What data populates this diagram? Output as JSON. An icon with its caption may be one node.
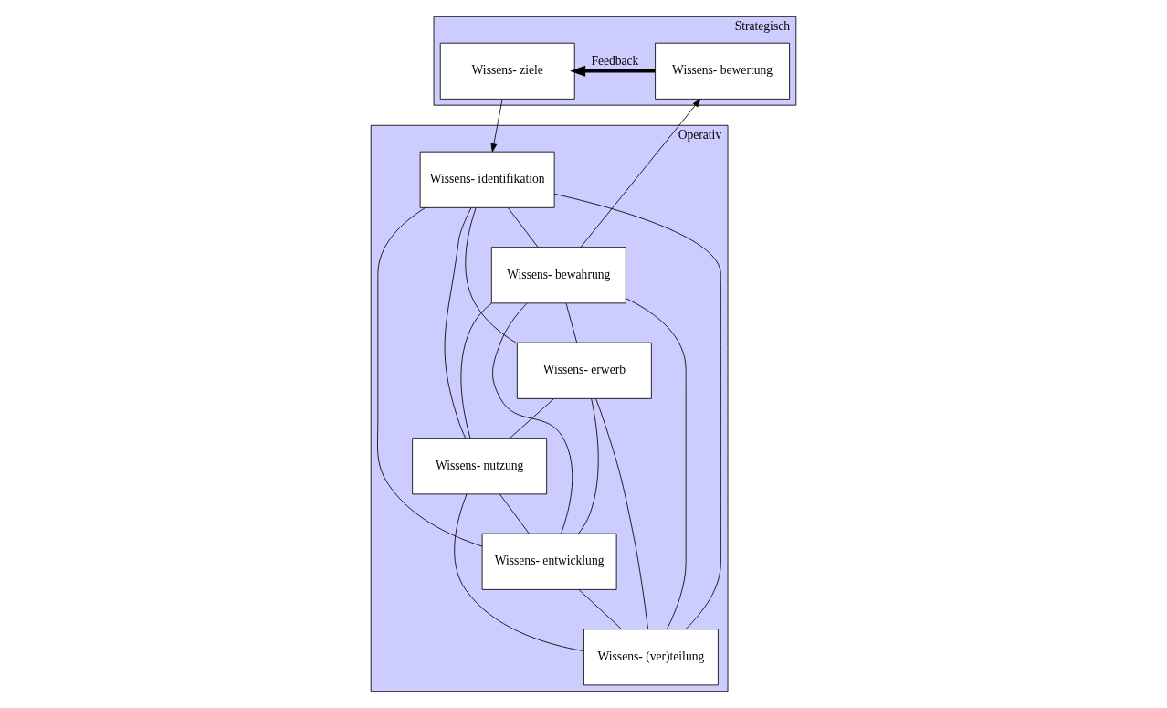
{
  "diagram": {
    "nodes": [
      {
        "text": [
          "Strategisch"
        ]
      },
      {
        "text": [
          "Wissens- ziele"
        ],
        "in": 0
      },
      {
        "text": [
          "Wissens- bewertung"
        ],
        "in": 0
      },
      {
        "text": [
          "Operativ"
        ]
      },
      {
        "text": [
          "Wissens- identifikation"
        ],
        "in": 3
      },
      {
        "text": [
          "Wissens- bewahrung"
        ],
        "in": 3
      },
      {
        "text": [
          "Wissens- erwerb"
        ],
        "in": 3
      },
      {
        "text": [
          "Wissens- nutzung"
        ],
        "in": 3
      },
      {
        "text": [
          "Wissens- entwicklung"
        ],
        "in": 3
      },
      {
        "text": [
          "Wissens- (ver)teilung"
        ],
        "in": 3
      }
    ],
    "edges": [
      {
        "from": 2,
        "to": 1,
        "arrow": "to",
        "label": "Feedback",
        "style": "thick"
      },
      {
        "from": 1,
        "to": 4,
        "arrow": "to"
      },
      {
        "from": 5,
        "to": 2,
        "arrow": "to"
      },
      {
        "from": 4,
        "to": 5,
        "arrow": "none"
      },
      {
        "from": 4,
        "to": 6,
        "arrow": "none"
      },
      {
        "from": 4,
        "to": 8,
        "arrow": "none"
      },
      {
        "from": 4,
        "to": 9,
        "arrow": "none"
      },
      {
        "from": 4,
        "to": 7,
        "arrow": "none"
      },
      {
        "from": 5,
        "to": 6,
        "arrow": "none"
      },
      {
        "from": 5,
        "to": 8,
        "arrow": "none"
      },
      {
        "from": 5,
        "to": 9,
        "arrow": "none"
      },
      {
        "from": 5,
        "to": 7,
        "arrow": "none"
      },
      {
        "from": 6,
        "to": 7,
        "arrow": "none"
      },
      {
        "from": 6,
        "to": 8,
        "arrow": "none"
      },
      {
        "from": 6,
        "to": 9,
        "arrow": "none"
      },
      {
        "from": 7,
        "to": 8,
        "arrow": "none"
      },
      {
        "from": 7,
        "to": 9,
        "arrow": "none"
      },
      {
        "from": 8,
        "to": 9,
        "arrow": "none"
      }
    ]
  }
}
